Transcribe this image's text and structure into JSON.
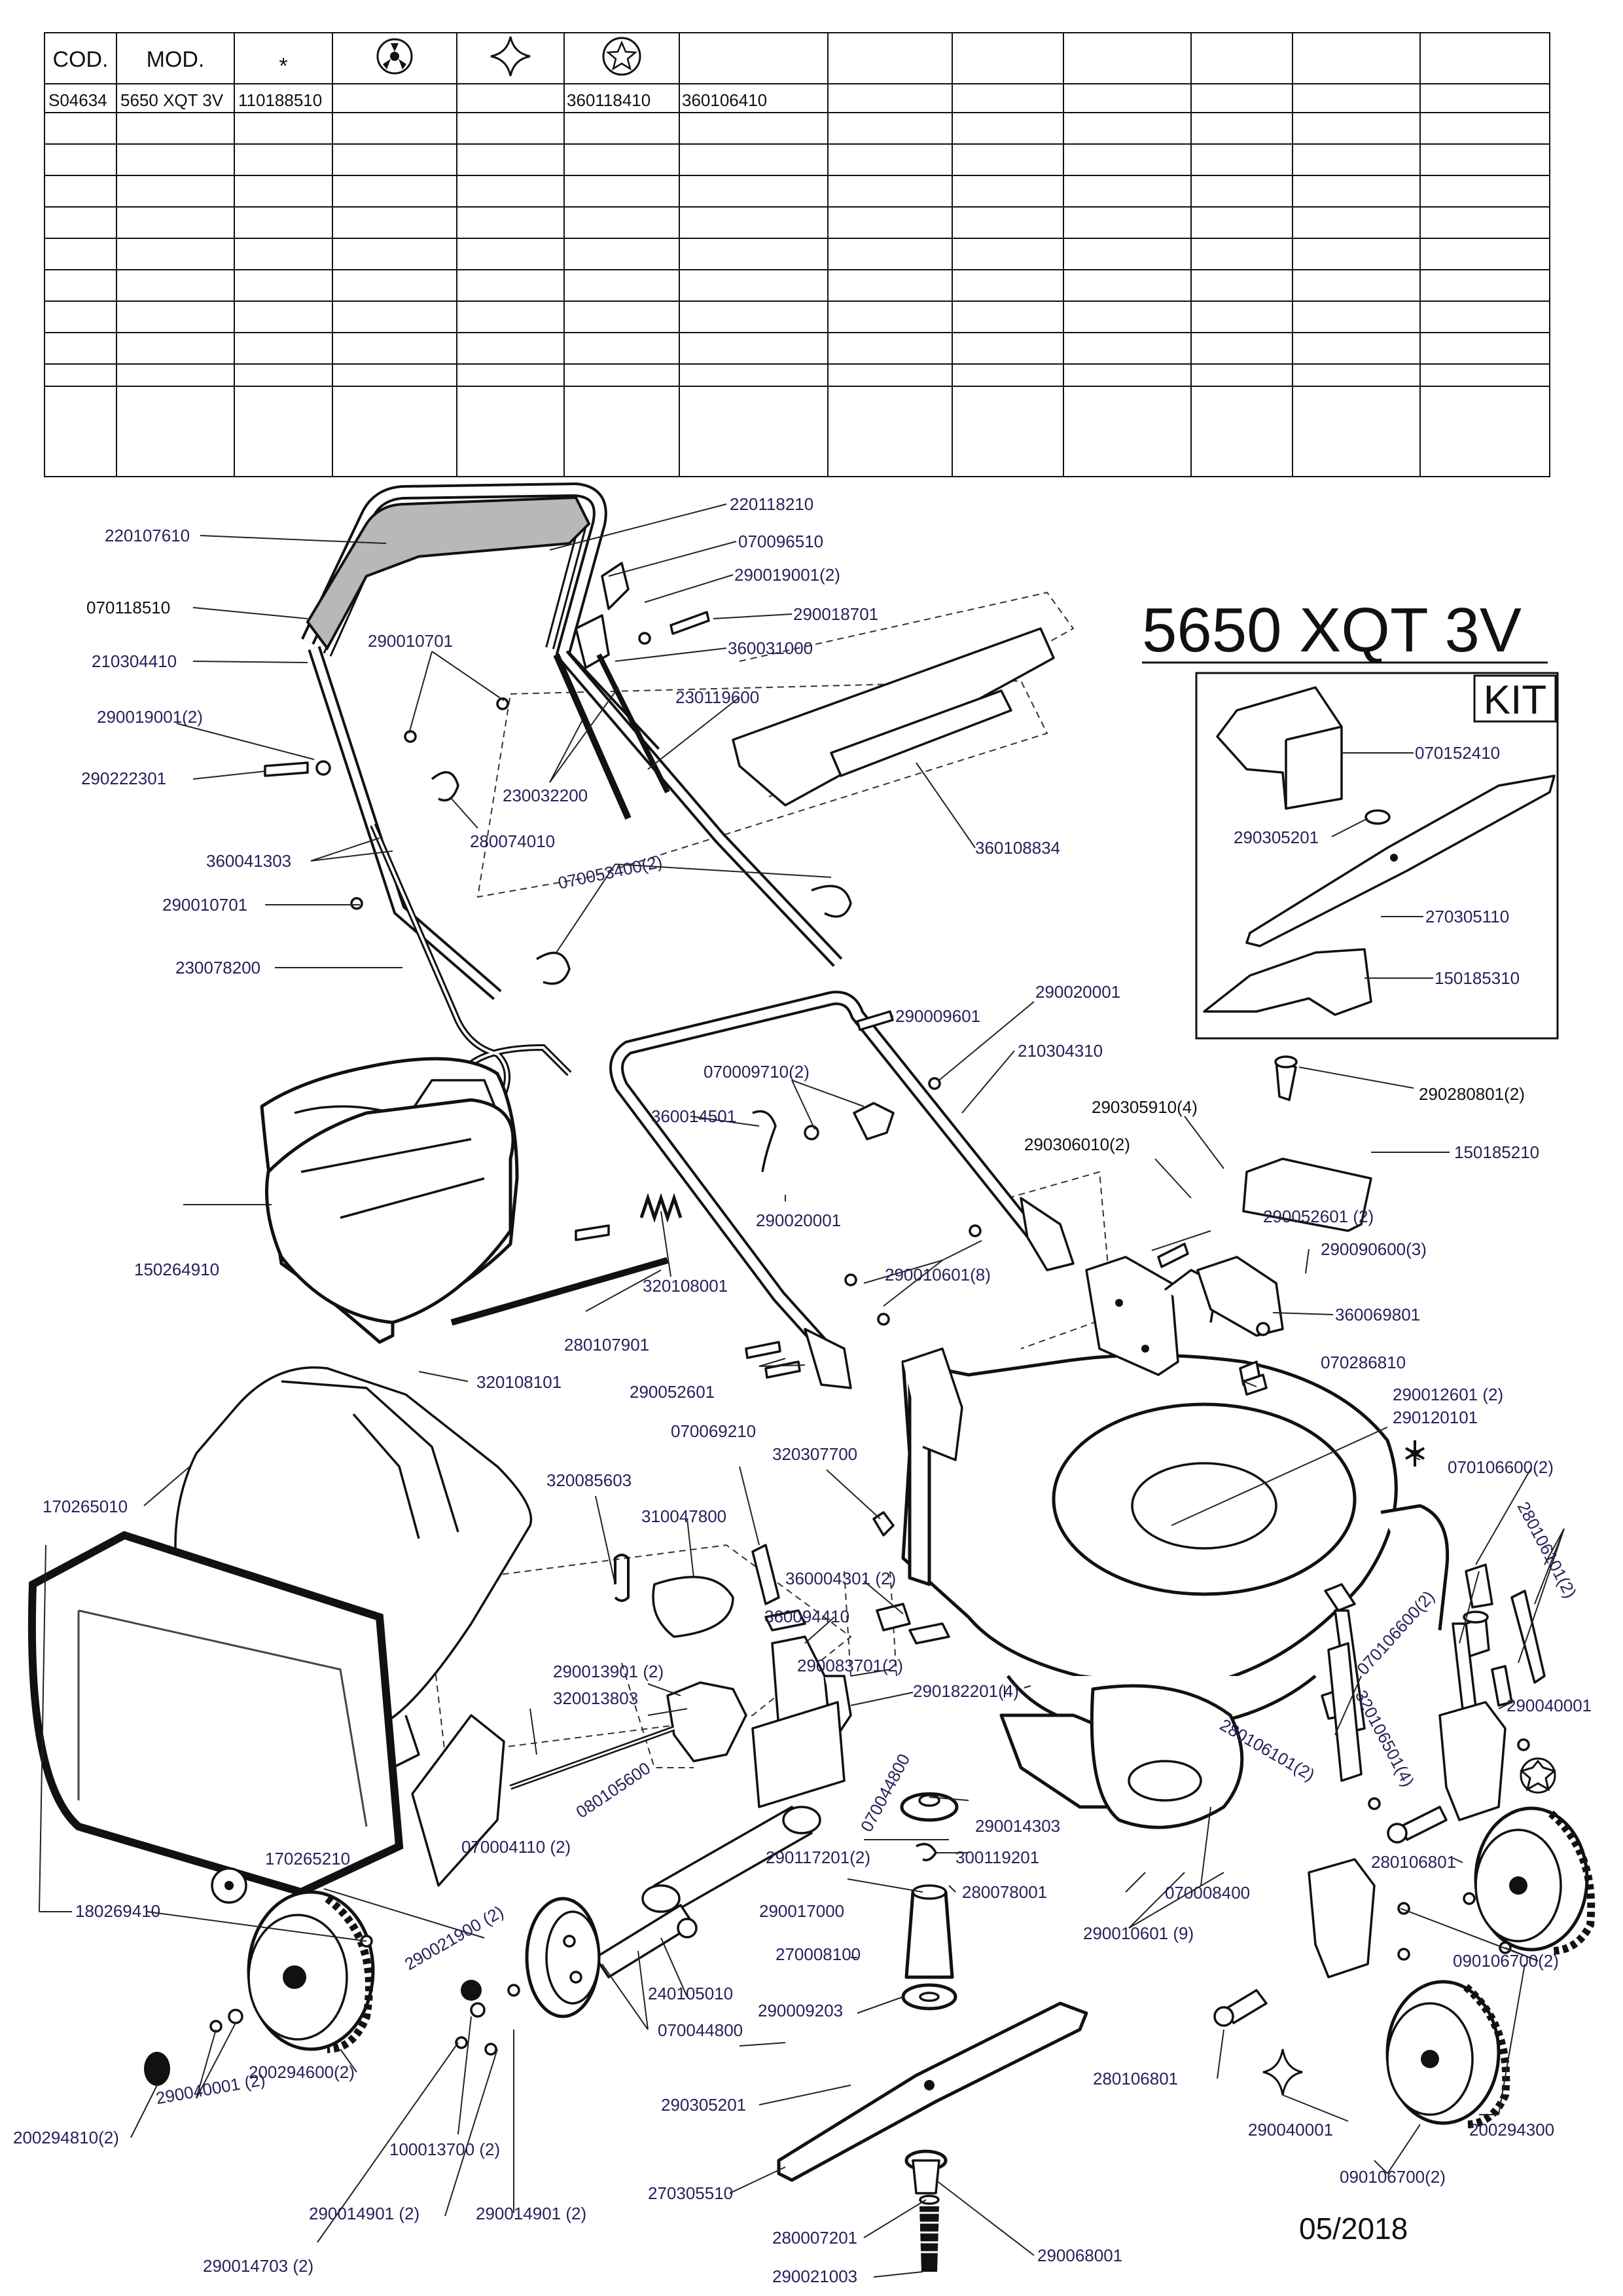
{
  "table": {
    "headers": [
      "COD.",
      "MOD.",
      "*",
      "blade-adapter-icon",
      "",
      "star-bolt-icon",
      "star-wheel-icon",
      "",
      "",
      "",
      "",
      "",
      ""
    ],
    "row": [
      "S04634",
      "5650 XQT 3V",
      "110188510",
      "",
      "360118410",
      "360106410"
    ]
  },
  "model_title": "5650 XQT 3V",
  "kit": {
    "label": "KIT",
    "parts": [
      "070152410",
      "290305201",
      "270305110",
      "150185310"
    ]
  },
  "callouts": {
    "c01": "220107610",
    "c02": "220118210",
    "c03": "070096510",
    "c04": "290019001(2)",
    "c05": "070118510",
    "c06": "290018701",
    "c07": "360031000",
    "c08": "210304410",
    "c09": "290010701",
    "c10": "230119600",
    "c11": "290019001(2)",
    "c12": "290222301",
    "c13": "230032200",
    "c14": "280074010",
    "c15": "360108834",
    "c16": "360041303",
    "c17": "070053400(2)",
    "c18": "290010701",
    "c19": "230078200",
    "c20": "290009601",
    "c21": "290020001",
    "c22": "210304310",
    "c23": "070009710(2)",
    "c24": "360014501",
    "c25": "290020001",
    "c26": "290305910(4)",
    "c27": "290306010(2)",
    "c28": "290280801(2)",
    "c29": "150185210",
    "c30": "150264910",
    "c31": "320108001",
    "c32": "290052601 (2)",
    "c33": "290090600(3)",
    "c34": "290010601(8)",
    "c35": "360069801",
    "c36": "280107901",
    "c37": "290052601",
    "c38": "320108101",
    "c39": "070286810",
    "c40": "290012601 (2)",
    "c41": "290120101",
    "c42": "070106600(2)",
    "c43": "280106101(2)",
    "c44": "170265010",
    "c45": "070069210",
    "c46": "320307700",
    "c47": "320085603",
    "c48": "310047800",
    "c49": "360004301 (2)",
    "c50": "360094410",
    "c51": "290013901 (2)",
    "c52": "320013803",
    "c53": "290083701(2)",
    "c54": "290182201(4)",
    "c55": "070106600(2)",
    "c56": "320106501(4)",
    "c57": "290040001",
    "c58": "080105600",
    "c59": "070044800",
    "c60": "280106101(2)",
    "c61": "290014303",
    "c62": "280106801",
    "c63": "170265210",
    "c64": "070004110 (2)",
    "c65": "290117201(2)",
    "c66": "300119201",
    "c67": "070008400",
    "c68": "180269410",
    "c69": "290021900 (2)",
    "c70": "290017000",
    "c71": "280078001",
    "c72": "290010601 (9)",
    "c73": "270008100",
    "c74": "090106700(2)",
    "c75": "240105010",
    "c76": "290009203",
    "c77": "070044800",
    "c78": "200294600(2)",
    "c79": "290040001 (2)",
    "c80": "280106801",
    "c81": "200294810(2)",
    "c82": "100013700 (2)",
    "c83": "290305201",
    "c84": "290040001",
    "c85": "200294300",
    "c86": "270305510",
    "c87": "090106700(2)",
    "c88": "290014901 (2)",
    "c89": "290014901 (2)",
    "c90": "290014703 (2)",
    "c91": "280007201",
    "c92": "290068001",
    "c93": "290021003"
  },
  "date": "05/2018",
  "colors": {
    "ink": "#111111",
    "callout_text": "#26215a",
    "grip": "#b8b8b8"
  }
}
